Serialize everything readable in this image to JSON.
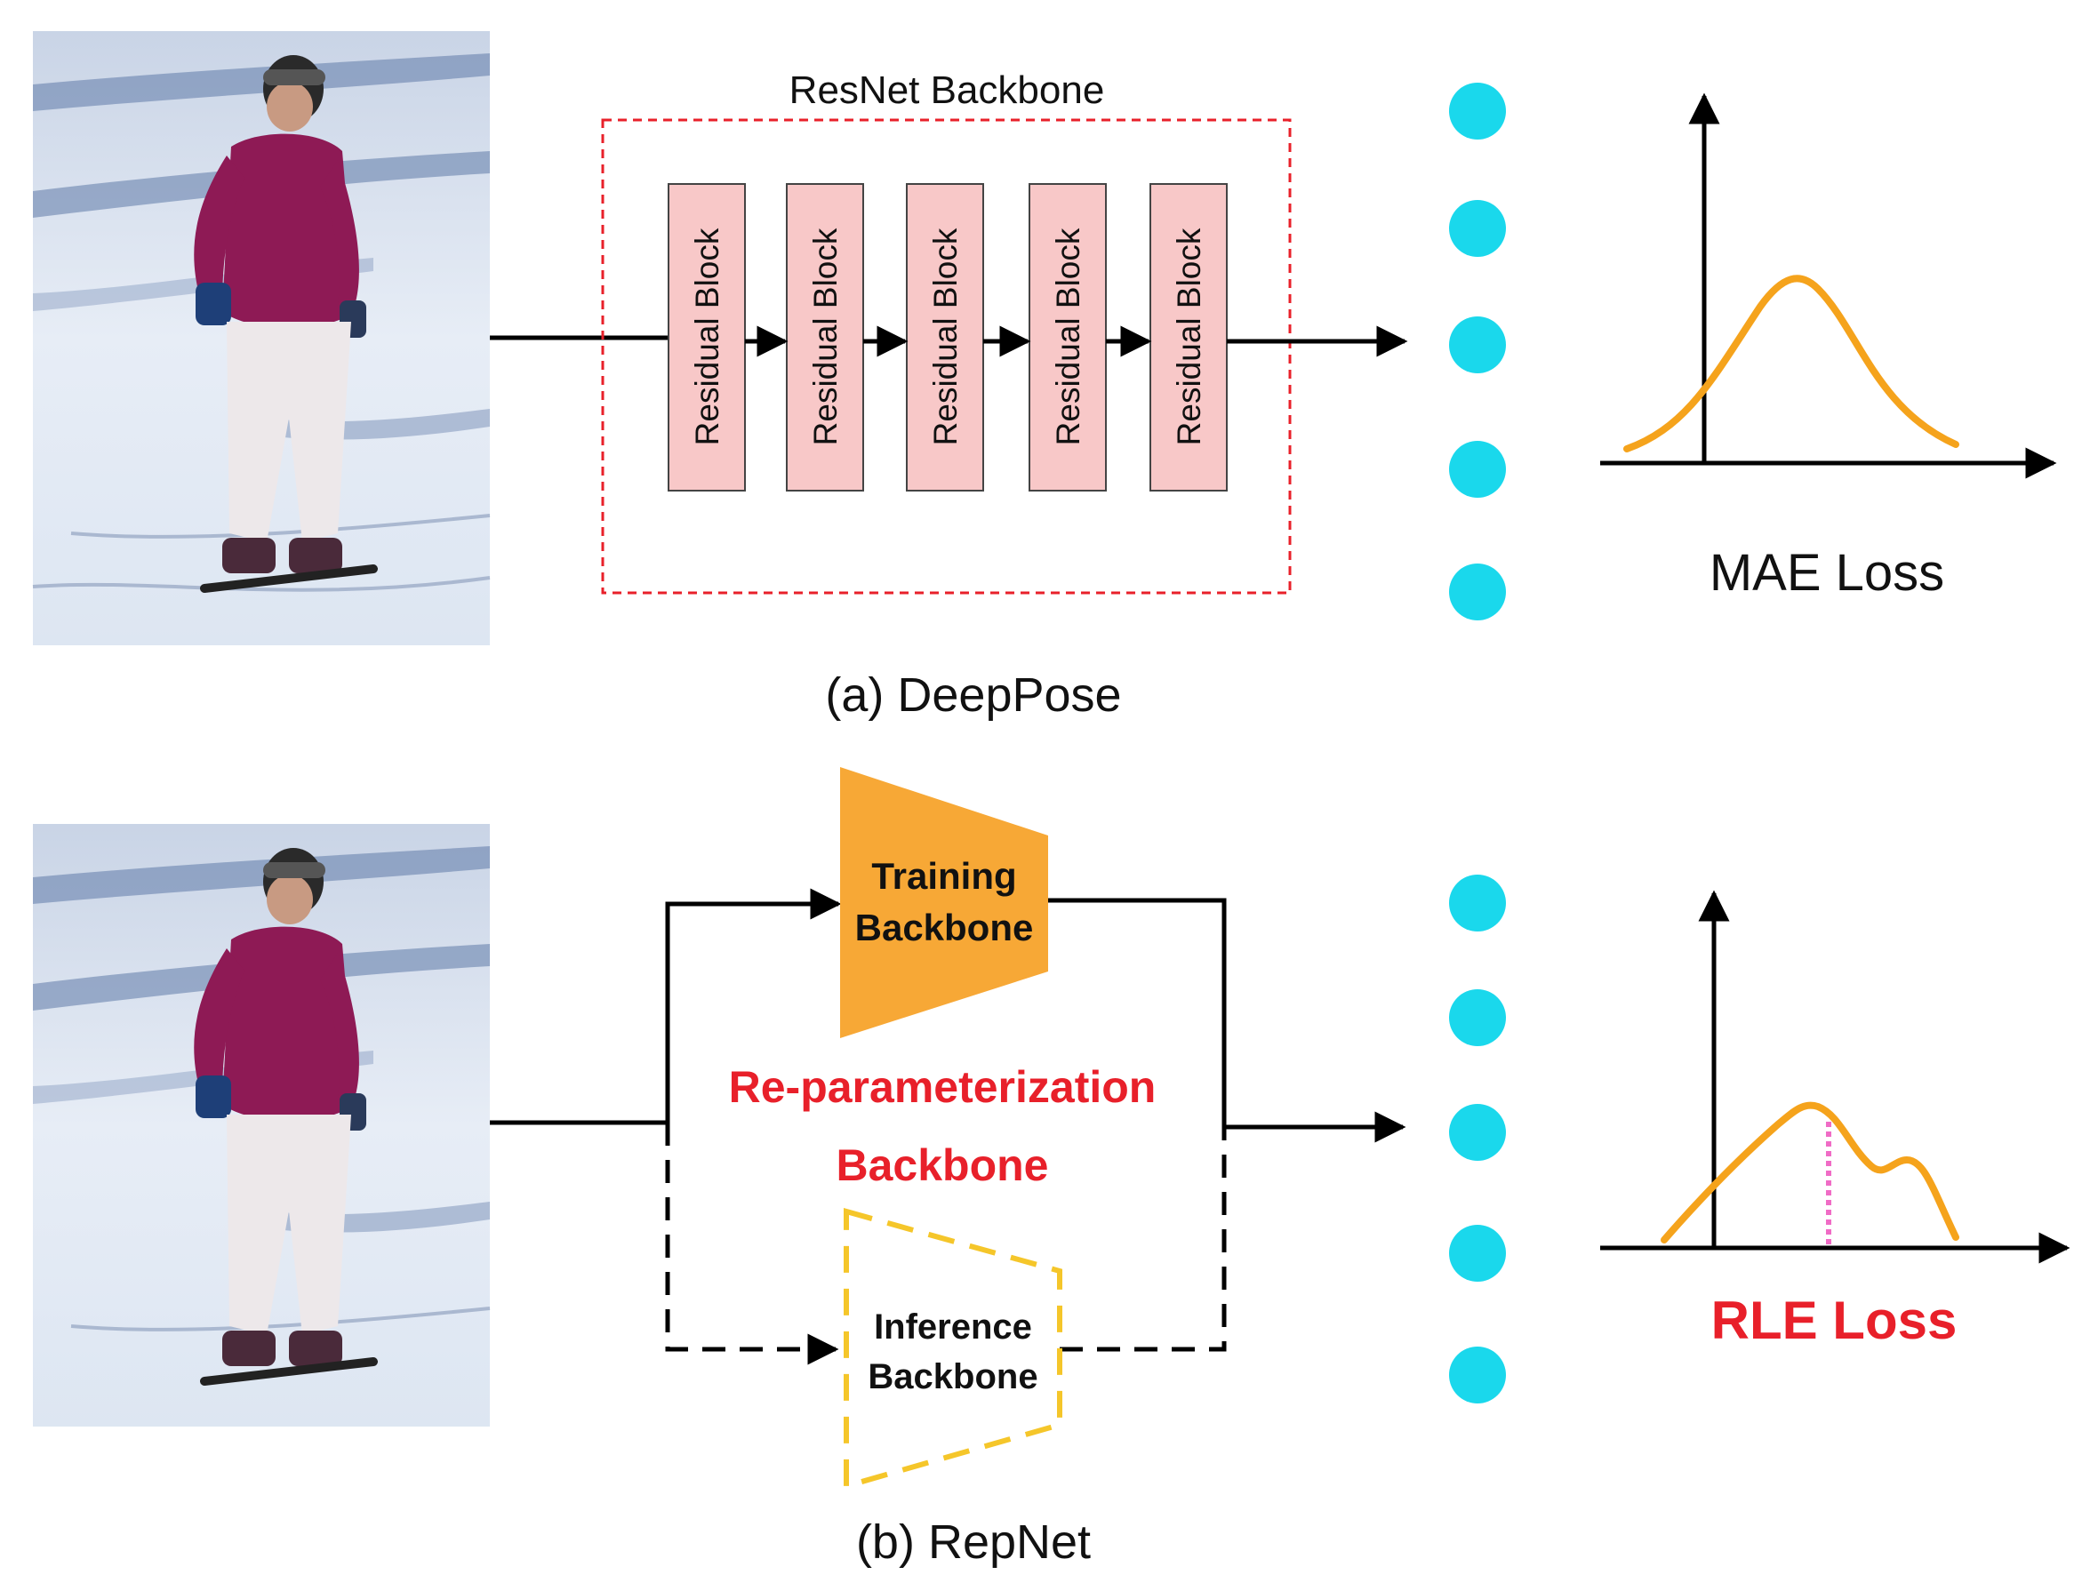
{
  "panel_a": {
    "backbone_title": "ResNet Backbone",
    "block_label": "Residual Block",
    "loss_label": "MAE Loss",
    "caption": "(a) DeepPose",
    "colors": {
      "block_fill": "#f8c8c8",
      "dashed_box": "#e8202a",
      "curve": "#f5a31c",
      "keypoint": "#1ad8ec"
    }
  },
  "panel_b": {
    "training_backbone_line1": "Training",
    "training_backbone_line2": "Backbone",
    "rep_label_line1": "Re-parameterization",
    "rep_label_line2": "Backbone",
    "inference_backbone_line1": "Inference",
    "inference_backbone_line2": "Backbone",
    "loss_label": "RLE Loss",
    "caption": "(b) RepNet",
    "colors": {
      "training_fill": "#f7a836",
      "inference_stroke": "#f5c62a",
      "red_text": "#e8202a",
      "marker": "#f06cc6"
    }
  },
  "photo_alt": "skier-photo"
}
